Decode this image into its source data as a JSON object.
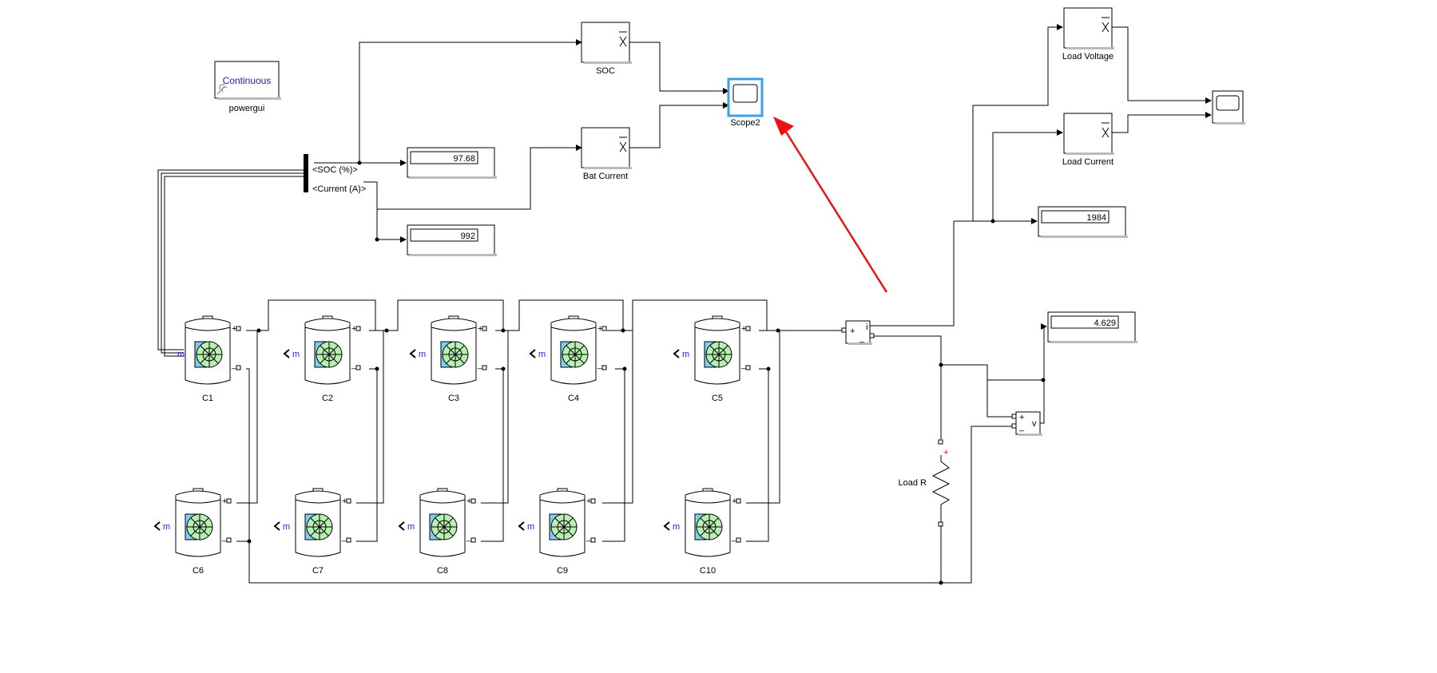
{
  "powergui": {
    "mode_text": "Continuous",
    "label": "powergui"
  },
  "bus_selector": {
    "signals": [
      "<SOC (%)>",
      "<Current (A)>"
    ]
  },
  "displays": {
    "soc_value": "97.68",
    "current_value": "992",
    "load_current_value": "1984",
    "load_voltage_value": "4.629"
  },
  "blocks": {
    "soc_gain": "SOC",
    "bat_current_gain": "Bat Current",
    "scope2": "Scope2",
    "load_voltage": "Load Voltage",
    "load_current": "Load Current",
    "load_r": "Load R"
  },
  "cells": {
    "top": [
      {
        "label": "C1"
      },
      {
        "label": "C2"
      },
      {
        "label": "C3"
      },
      {
        "label": "C4"
      },
      {
        "label": "C5"
      }
    ],
    "bottom": [
      {
        "label": "C6"
      },
      {
        "label": "C7"
      },
      {
        "label": "C8"
      },
      {
        "label": "C9"
      },
      {
        "label": "C10"
      }
    ]
  },
  "port_marks": {
    "m": "m",
    "plus": "+",
    "minus": "_",
    "i": "i",
    "v": "v"
  },
  "colors": {
    "highlight": "#3aa0e8",
    "annotation_arrow": "#ee1111",
    "port_text": "#1a1aff"
  }
}
